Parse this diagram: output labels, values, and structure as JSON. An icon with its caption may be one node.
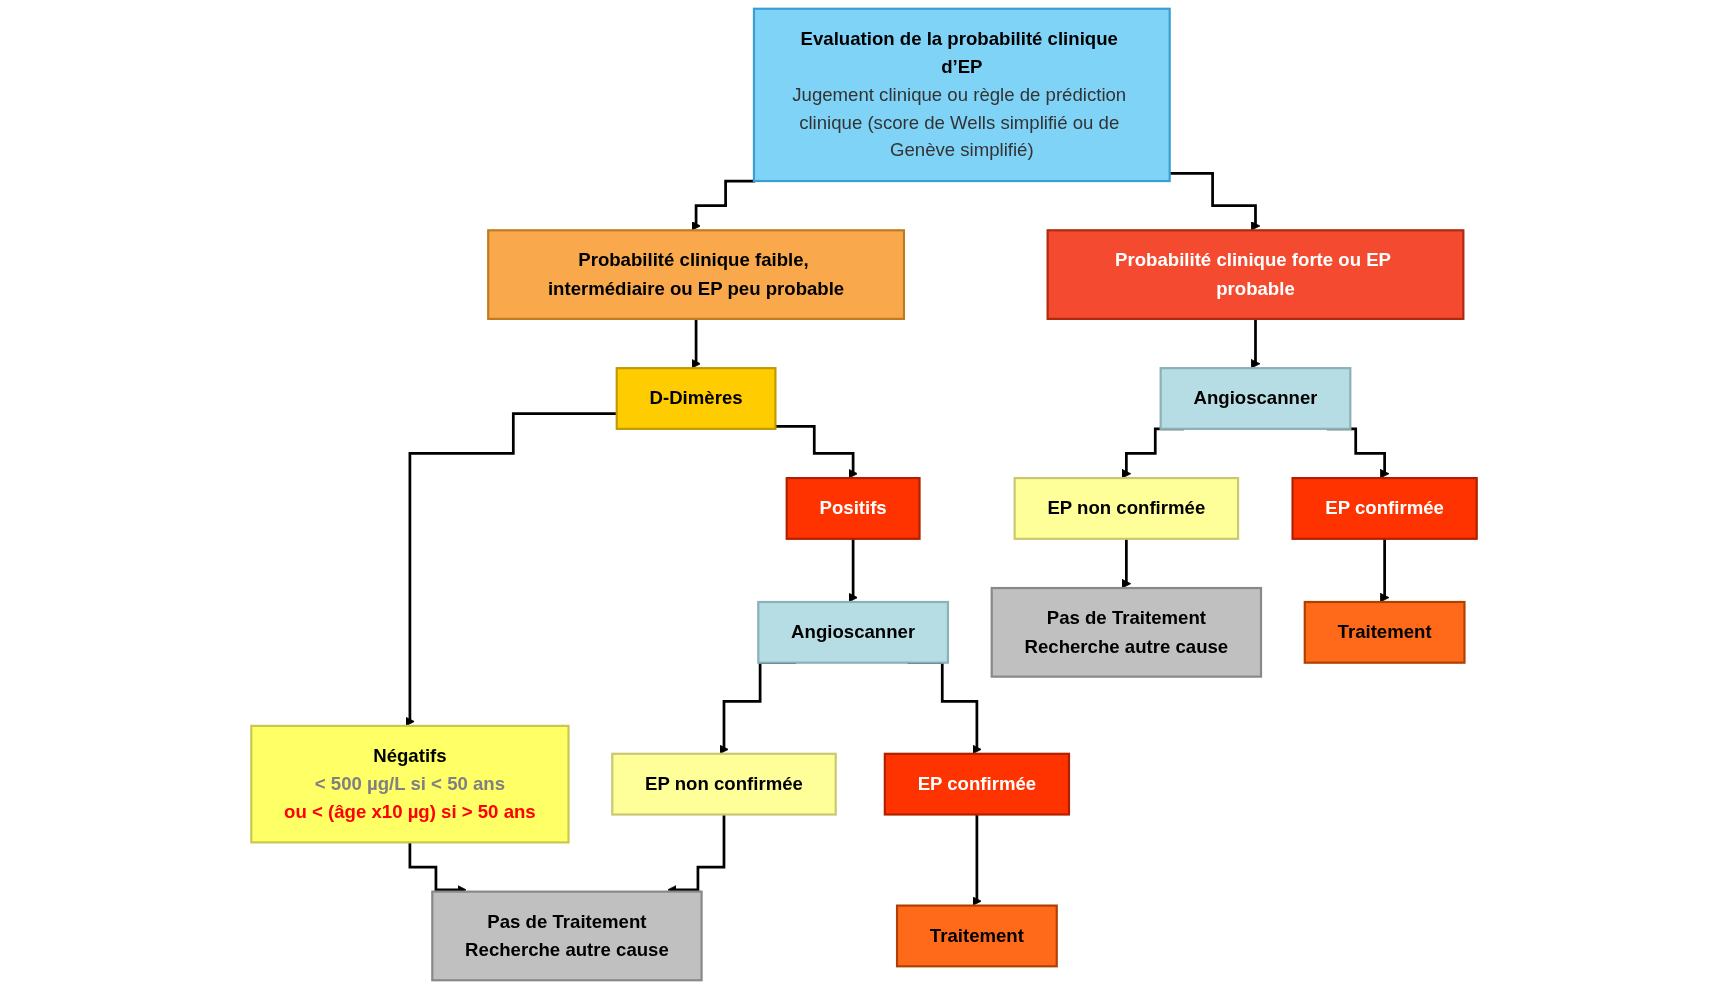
{
  "diagram": {
    "nodes": [
      {
        "text": [
          "Evaluation de la probabilité clinique d’EP",
          "Jugement clinique ou règle de prédiction clinique (score de Wells simplifié ou de Genève simplifié)"
        ]
      },
      {
        "text": [
          "Probabilité clinique faible, intermédiaire ou EP peu probable"
        ]
      },
      {
        "text": [
          "Probabilité clinique forte ou EP probable"
        ]
      },
      {
        "text": [
          "D-Dimères"
        ]
      },
      {
        "text": [
          "Négatifs",
          "< 500 µg/L si < 50 ans",
          "ou < (âge x10 µg) si > 50 ans"
        ]
      },
      {
        "text": [
          "Positifs"
        ]
      },
      {
        "text": [
          "Angioscanner"
        ]
      },
      {
        "text": [
          "EP non confirmée"
        ]
      },
      {
        "text": [
          "EP confirmée"
        ]
      },
      {
        "text": [
          "Pas de Traitement",
          "Recherche autre cause"
        ]
      },
      {
        "text": [
          "Traitement"
        ]
      },
      {
        "text": [
          "Angioscanner"
        ]
      },
      {
        "text": [
          "EP non confirmée"
        ]
      },
      {
        "text": [
          "EP confirmée"
        ]
      },
      {
        "text": [
          "Pas de Traitement",
          "Recherche autre cause"
        ]
      },
      {
        "text": [
          "Traitement"
        ]
      }
    ],
    "edges": [
      {
        "from": 0,
        "to": 1,
        "arrow": "to"
      },
      {
        "from": 0,
        "to": 2,
        "arrow": "to"
      },
      {
        "from": 1,
        "to": 3,
        "arrow": "to"
      },
      {
        "from": 3,
        "to": 4,
        "arrow": "to"
      },
      {
        "from": 3,
        "to": 5,
        "arrow": "to"
      },
      {
        "from": 5,
        "to": 6,
        "arrow": "to"
      },
      {
        "from": 6,
        "to": 7,
        "arrow": "to"
      },
      {
        "from": 6,
        "to": 8,
        "arrow": "to"
      },
      {
        "from": 4,
        "to": 9,
        "arrow": "to"
      },
      {
        "from": 7,
        "to": 9,
        "arrow": "to"
      },
      {
        "from": 8,
        "to": 10,
        "arrow": "to"
      },
      {
        "from": 2,
        "to": 11,
        "arrow": "to"
      },
      {
        "from": 11,
        "to": 12,
        "arrow": "to"
      },
      {
        "from": 11,
        "to": 13,
        "arrow": "to"
      },
      {
        "from": 12,
        "to": 14,
        "arrow": "to"
      },
      {
        "from": 13,
        "to": 15,
        "arrow": "to"
      }
    ]
  }
}
